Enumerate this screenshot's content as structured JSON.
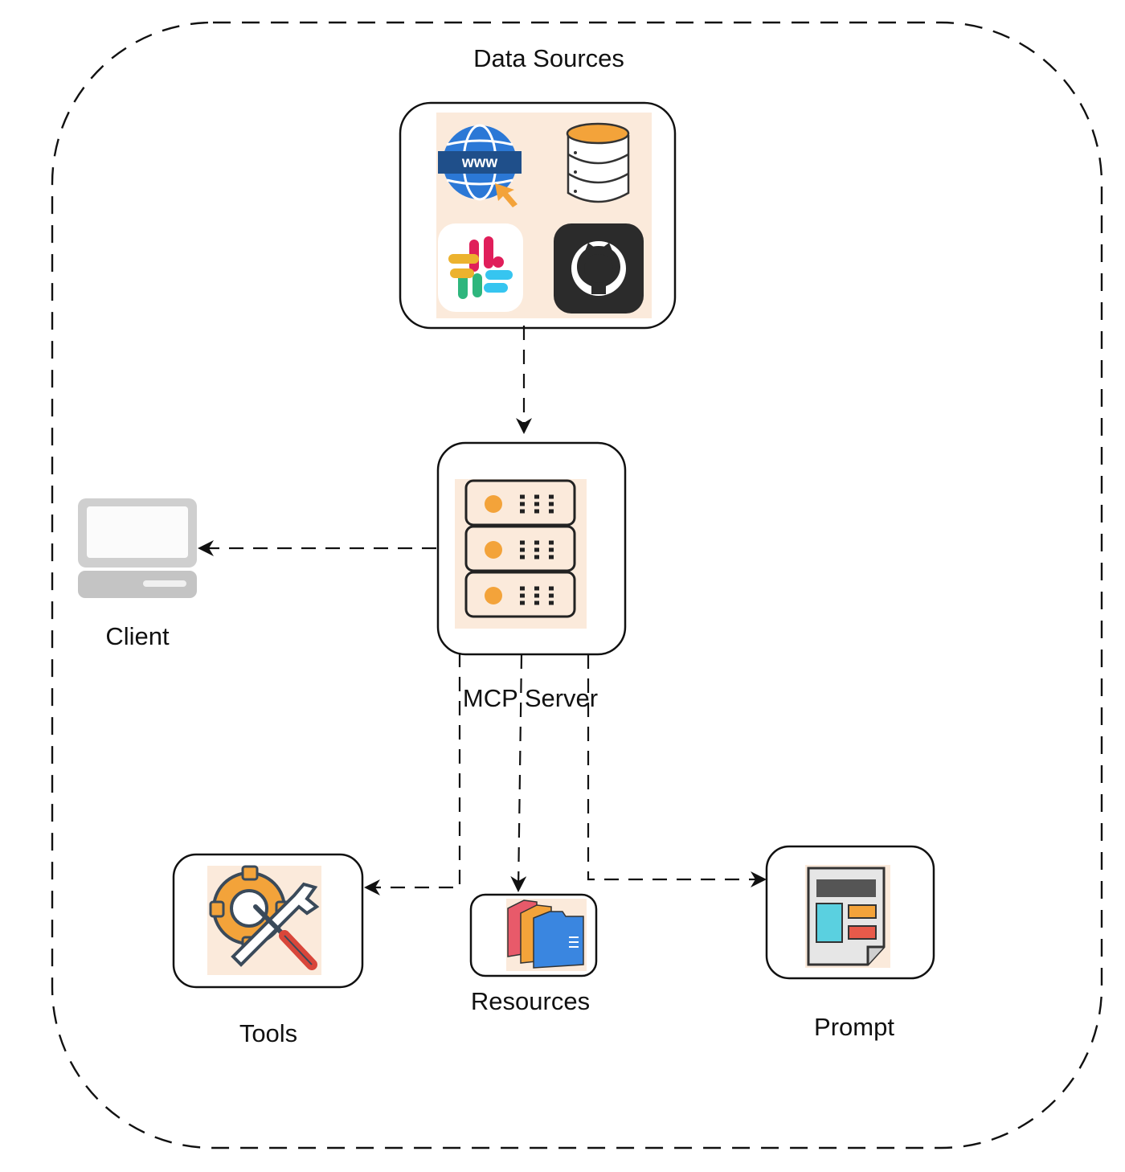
{
  "diagram": {
    "group_title": "Data Sources",
    "nodes": {
      "client": {
        "label": "Client",
        "icon": "laptop-icon"
      },
      "mcp_server": {
        "label": "MCP Server",
        "icon": "server-rack-icon"
      },
      "tools": {
        "label": "Tools",
        "icon": "gear-wrench-screwdriver-icon"
      },
      "resources": {
        "label": "Resources",
        "icon": "folders-icon"
      },
      "prompt": {
        "label": "Prompt",
        "icon": "document-layout-icon"
      }
    },
    "data_source_icons": [
      "www-globe-icon",
      "database-icon",
      "slack-icon",
      "github-icon"
    ],
    "edges": [
      {
        "from": "Data Sources",
        "to": "MCP Server"
      },
      {
        "from": "MCP Server",
        "to": "Client"
      },
      {
        "from": "MCP Server",
        "to": "Tools"
      },
      {
        "from": "MCP Server",
        "to": "Resources"
      },
      {
        "from": "MCP Server",
        "to": "Prompt"
      }
    ],
    "colors": {
      "stroke": "#111111",
      "icon_bg": "#fbeadb",
      "orange": "#f3a33a",
      "globe_blue": "#2b78d6",
      "github_bg": "#2b2b2b",
      "red": "#d8463a"
    }
  }
}
